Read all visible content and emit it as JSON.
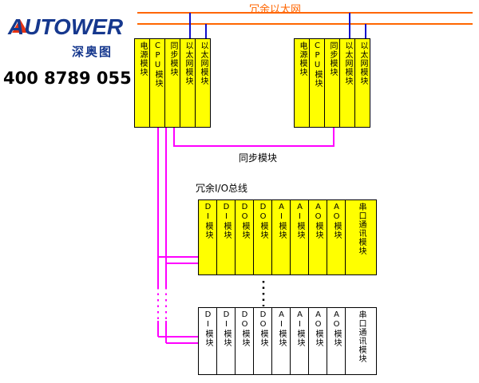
{
  "header": {
    "brand": "AUTOWER",
    "brand_sub": "深奥图",
    "phone": "400 8789 055"
  },
  "labels": {
    "ethernet_bus": "冗余以太网",
    "sync_link": "同步模块",
    "io_bus": "冗余I/O总线"
  },
  "colors": {
    "ethernet_line": "#FF6600",
    "ethernet_drop_blue": "#1010CC",
    "bus_magenta": "#FF00FF",
    "module_fill_yellow": "#FFFF00",
    "brand_blue": "#16388E",
    "accent_red": "#E63312",
    "dots_black": "#000000"
  },
  "racks": {
    "controller_left": {
      "modules": [
        "电源模块",
        "CPU模块",
        "同步模块",
        "以太网模块",
        "以太网模块"
      ]
    },
    "controller_right": {
      "modules": [
        "电源模块",
        "CPU模块",
        "同步模块",
        "以太网模块",
        "以太网模块"
      ]
    },
    "io_rack_top": {
      "modules": [
        "DI模块",
        "DI模块",
        "DO模块",
        "DO模块",
        "AI模块",
        "AI模块",
        "AO模块",
        "AO模块",
        "串口通讯模块"
      ]
    },
    "io_rack_bottom": {
      "modules": [
        "DI模块",
        "DI模块",
        "DO模块",
        "DO模块",
        "AI模块",
        "AI模块",
        "AO模块",
        "AO模块",
        "串口通讯模块"
      ]
    }
  }
}
